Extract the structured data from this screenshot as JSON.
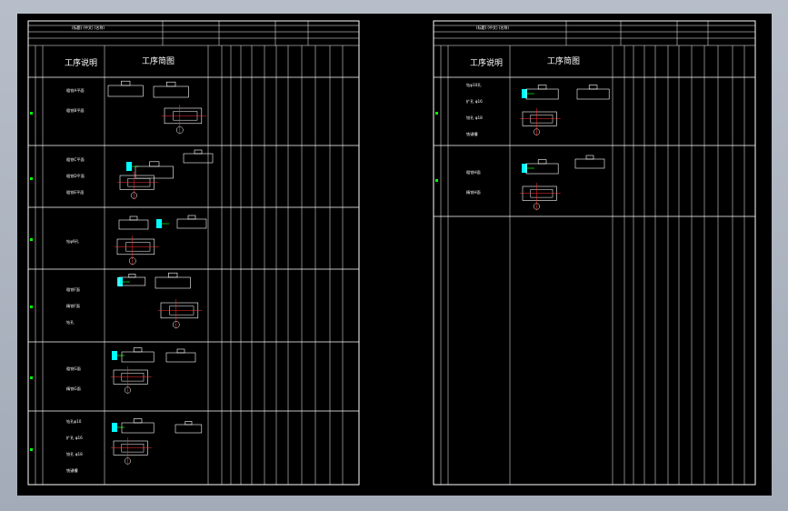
{
  "colors": {
    "background": "#000000",
    "lines": "#ffffff",
    "cyan": "#00ffff",
    "red": "#ff3030",
    "green": "#00ff00",
    "yellow": "#ffff00"
  },
  "sheet1": {
    "header_left": "(标题)    (中文)    (名称)",
    "col_step": "工序说明",
    "col_sketch": "工序简图",
    "steps": [
      {
        "lines": [
          "粗铣A平面",
          "粗铣B平面"
        ]
      },
      {
        "lines": [
          "粗铣C平面",
          "粗铣D平面",
          "粗铣E平面"
        ]
      },
      {
        "lines": [
          "钻φ9孔"
        ]
      },
      {
        "lines": [
          "粗铣F面",
          "精铣F面",
          "钻孔"
        ]
      },
      {
        "lines": [
          "粗铣G面",
          "精铣G面"
        ]
      },
      {
        "lines": [
          "钻孔φ10",
          "扩孔 φ16",
          "铰孔 φ18",
          "铣键槽"
        ]
      }
    ]
  },
  "sheet2": {
    "header_left": "(标题)    (中文)    (名称)",
    "col_step": "工序说明",
    "col_sketch": "工序简图",
    "steps": [
      {
        "lines": [
          "钻φ10孔",
          "扩孔 φ16",
          "铰孔 φ18",
          "铣键槽"
        ]
      },
      {
        "lines": [
          "粗铣H面",
          "精铣H面"
        ]
      }
    ]
  }
}
